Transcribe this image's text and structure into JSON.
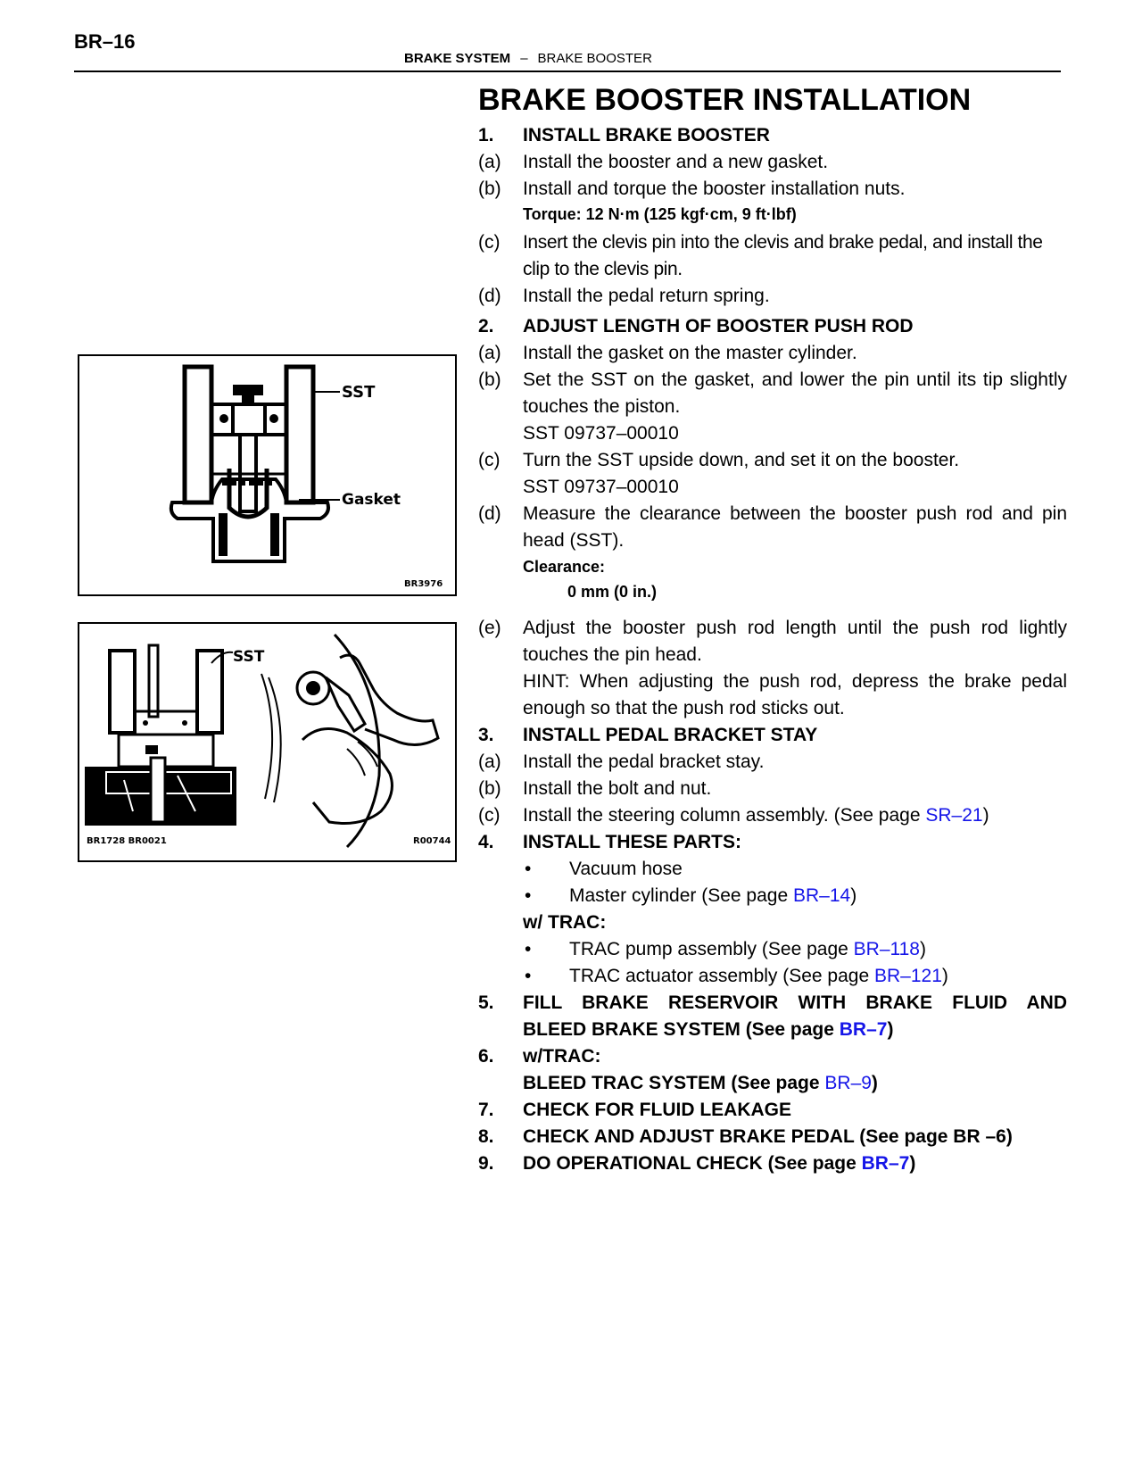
{
  "header": {
    "page_number": "BR–16",
    "section": "BRAKE SYSTEM",
    "separator": "–",
    "subsection": "BRAKE BOOSTER"
  },
  "title": "BRAKE BOOSTER INSTALLATION",
  "figures": [
    {
      "labels": [
        "SST",
        "Gasket"
      ],
      "code": "BR3976"
    },
    {
      "labels": [
        "SST"
      ],
      "code_left": "BR1728  BR0021",
      "code_right": "R00744"
    }
  ],
  "steps": {
    "s1": {
      "num": "1.",
      "text": "INSTALL BRAKE BOOSTER",
      "a": {
        "lbl": "(a)",
        "text": "Install the booster and a new gasket."
      },
      "b": {
        "lbl": "(b)",
        "text": "Install and torque the booster installation nuts."
      },
      "torque": "Torque: 12 N·m (125 kgf·cm, 9 ft·lbf)",
      "c": {
        "lbl": "(c)",
        "text": "Insert the clevis pin into the clevis and brake pedal, and install the clip to the clevis pin."
      },
      "d": {
        "lbl": "(d)",
        "text": "Install the pedal return spring."
      }
    },
    "s2": {
      "num": "2.",
      "text": "ADJUST LENGTH OF BOOSTER PUSH ROD",
      "a": {
        "lbl": "(a)",
        "text": "Install the gasket on the master cylinder."
      },
      "b": {
        "lbl": "(b)",
        "text": "Set the SST on the gasket, and lower the pin until its tip slightly touches the piston."
      },
      "b_sst": "SST 09737–00010",
      "c": {
        "lbl": "(c)",
        "text": "Turn the SST upside down, and set it on the booster."
      },
      "c_sst": "SST 09737–00010",
      "d": {
        "lbl": "(d)",
        "text": "Measure the clearance between the booster push rod and pin head (SST)."
      },
      "clearance_label": "Clearance:",
      "clearance_value": "0 mm (0 in.)",
      "e": {
        "lbl": "(e)",
        "text": "Adjust the booster push rod length until the push rod lightly touches the pin head."
      },
      "hint": "HINT: When adjusting the push rod, depress the brake pedal enough so that the push rod sticks out."
    },
    "s3": {
      "num": "3.",
      "text": "INSTALL PEDAL BRACKET STAY",
      "a": {
        "lbl": "(a)",
        "text": "Install the pedal bracket stay."
      },
      "b": {
        "lbl": "(b)",
        "text": "Install the bolt and nut."
      },
      "c": {
        "lbl": "(c)",
        "text": "Install the steering column assembly. (See page ",
        "link": "SR–21",
        "after": ")"
      }
    },
    "s4": {
      "num": "4.",
      "text": "INSTALL THESE PARTS:",
      "bullet": "•",
      "i1": "Vacuum hose",
      "i2": {
        "text": "Master cylinder (See page ",
        "link": "BR–14",
        "after": ")"
      },
      "trac_label": "w/ TRAC:",
      "i3": {
        "text": "TRAC pump assembly (See page ",
        "link": "BR–118",
        "after": ")"
      },
      "i4": {
        "text": "TRAC actuator assembly (See page ",
        "link": "BR–121",
        "after": ")"
      }
    },
    "s5": {
      "num": "5.",
      "line1": "FILL BRAKE RESERVOIR WITH BRAKE FLUID AND",
      "line2": "BLEED BRAKE SYSTEM (See page ",
      "link": "BR–7",
      "after": ")"
    },
    "s6": {
      "num": "6.",
      "line1": "w/TRAC:",
      "line2": "BLEED TRAC SYSTEM (See page ",
      "link": "BR–9",
      "after": ")"
    },
    "s7": {
      "num": "7.",
      "text": "CHECK FOR FLUID LEAKAGE"
    },
    "s8": {
      "num": "8.",
      "text": "CHECK AND ADJUST BRAKE PEDAL (See page BR –6)"
    },
    "s9": {
      "num": "9.",
      "text": "DO OPERATIONAL CHECK (See page ",
      "link": "BR–7",
      "after": ")"
    }
  }
}
